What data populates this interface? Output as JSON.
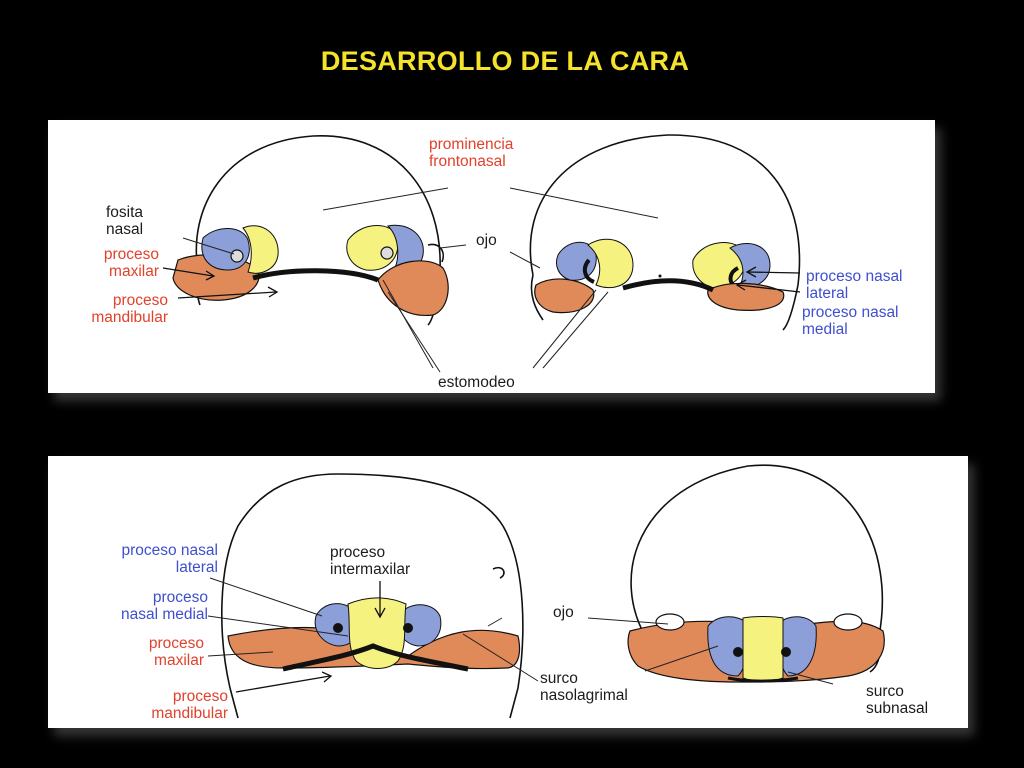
{
  "slide": {
    "title": "DESARROLLO DE LA CARA"
  },
  "top_panel": {
    "labels": {
      "prominencia_frontonasal": [
        "prominencia",
        "frontonasal"
      ],
      "fosita_nasal": [
        "fosita",
        "nasal"
      ],
      "ojo": "ojo",
      "proceso_maxilar": [
        "proceso",
        "maxilar"
      ],
      "proceso_mandibular": [
        "proceso",
        "mandibular"
      ],
      "proceso_nasal_lateral": [
        "proceso nasal",
        "lateral"
      ],
      "proceso_nasal_medial": [
        "proceso nasal",
        "medial"
      ],
      "estomodeo": "estomodeo"
    }
  },
  "bottom_panel": {
    "labels": {
      "proceso_nasal_lateral": [
        "proceso nasal",
        "lateral"
      ],
      "proceso_nasal_medial": [
        "proceso",
        "nasal medial"
      ],
      "proceso_maxilar": [
        "proceso",
        "maxilar"
      ],
      "proceso_mandibular": [
        "proceso",
        "mandibular"
      ],
      "proceso_intermaxilar": [
        "proceso",
        "intermaxilar"
      ],
      "ojo": "ojo",
      "surco_nasolagrimal": [
        "surco",
        "nasolagrimal"
      ],
      "surco_subnasal": [
        "surco",
        "subnasal"
      ]
    }
  },
  "colors": {
    "background": "#000000",
    "title": "#f5e22a",
    "blue_region": "#8c9fd8",
    "yellow_region": "#f6f27f",
    "orange_region": "#e08a5a",
    "label_red": "#e2412c",
    "label_blue": "#3f4fcf",
    "label_black": "#1c1c1c"
  }
}
